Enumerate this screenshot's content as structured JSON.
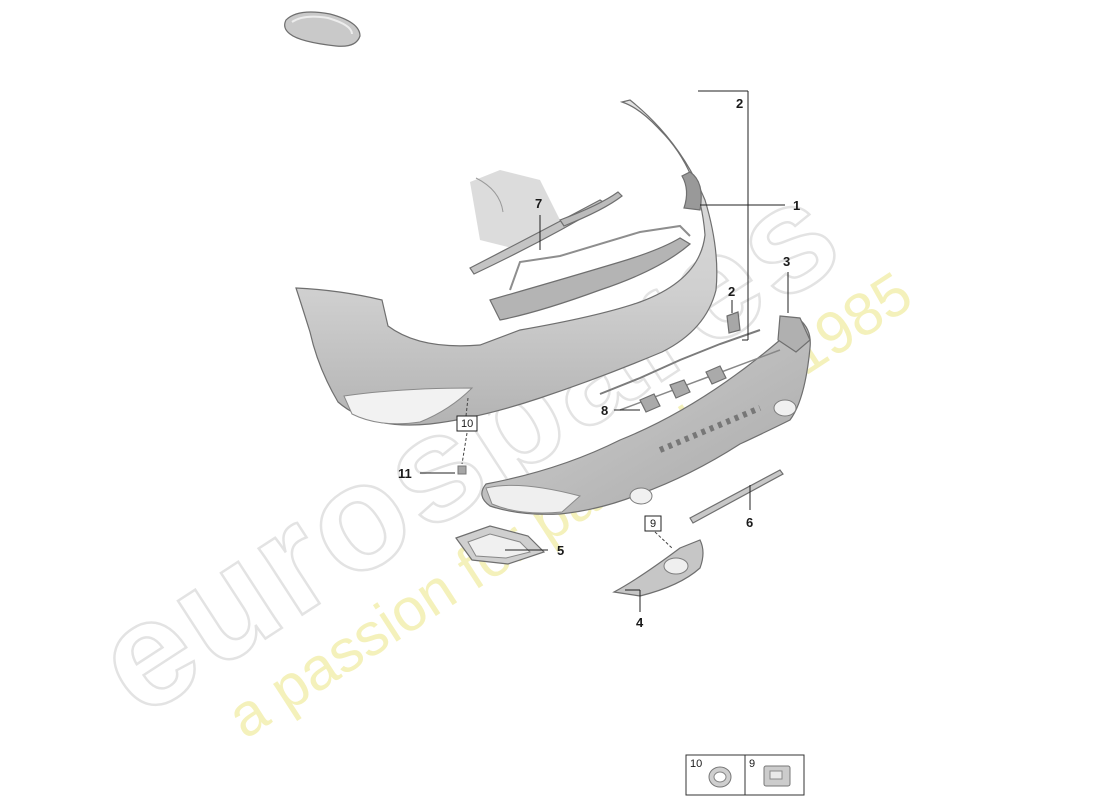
{
  "watermark": {
    "logo_text": "eurospares",
    "tagline": "a passion for parts since 1985"
  },
  "callouts": {
    "c1": "1",
    "c2_top": "2",
    "c2_small": "2",
    "c3": "3",
    "c4": "4",
    "c5": "5",
    "c6": "6",
    "c7": "7",
    "c8": "8",
    "c9": "9",
    "c10": "10",
    "c11": "11"
  },
  "legend": {
    "item_a_number": "10",
    "item_b_number": "9"
  },
  "colors": {
    "part_fill": "#d6d6d6",
    "part_shadow": "#b9b9b9",
    "part_highlight": "#efefef",
    "watermark_gray": "#e3e3e3",
    "watermark_yellow": "#f3efb0"
  }
}
